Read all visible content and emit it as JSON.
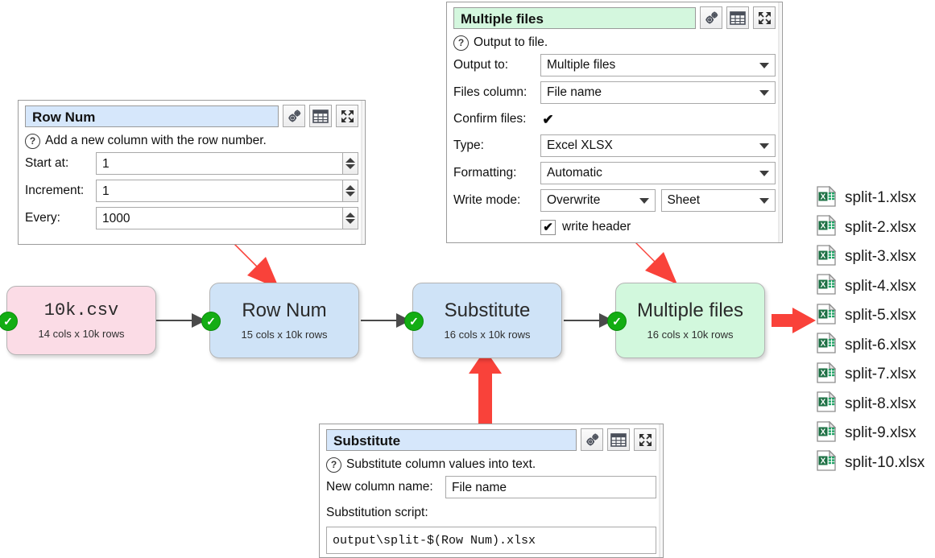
{
  "panels": {
    "row_num": {
      "title": "Row Num",
      "help": "Add a new column with the row number.",
      "fields": [
        {
          "label": "Start at:",
          "value": "1"
        },
        {
          "label": "Increment:",
          "value": "1"
        },
        {
          "label": "Every:",
          "value": "1000"
        }
      ],
      "buttons": [
        "gears-icon",
        "table-icon",
        "expand-icon"
      ]
    },
    "multiple_files": {
      "title": "Multiple files",
      "help": "Output to file.",
      "rows": [
        {
          "label": "Output to:",
          "value": "Multiple files",
          "kind": "combo"
        },
        {
          "label": "Files column:",
          "value": "File name",
          "kind": "combo"
        },
        {
          "label": "Confirm files:",
          "value": "✔",
          "kind": "check"
        },
        {
          "label": "Type:",
          "value": "Excel XLSX",
          "kind": "combo"
        },
        {
          "label": "Formatting:",
          "value": "Automatic",
          "kind": "combo"
        },
        {
          "label": "Write mode:",
          "value": "Overwrite",
          "value2": "Sheet",
          "kind": "combo2"
        }
      ],
      "write_header": {
        "label": "write header",
        "checked": "✔"
      },
      "buttons": [
        "gears-icon",
        "table-icon",
        "expand-icon"
      ]
    },
    "substitute": {
      "title": "Substitute",
      "help": "Substitute column values into text.",
      "new_column_label": "New column name:",
      "new_column_value": "File name",
      "script_label": "Substitution script:",
      "script_value": "output\\split-$(Row Num).xlsx",
      "buttons": [
        "gears-icon",
        "table-icon",
        "expand-icon"
      ]
    }
  },
  "flow": {
    "nodes": [
      {
        "title": "10k.csv",
        "sub": "14 cols x 10k rows",
        "color": "pink",
        "status": "✓"
      },
      {
        "title": "Row Num",
        "sub": "15 cols x 10k rows",
        "color": "blue",
        "status": "✓"
      },
      {
        "title": "Substitute",
        "sub": "16 cols x 10k rows",
        "color": "blue",
        "status": "✓"
      },
      {
        "title": "Multiple files",
        "sub": "16 cols x 10k rows",
        "color": "green",
        "status": "✓"
      }
    ]
  },
  "files": [
    {
      "name": "split-1.xlsx",
      "icon": "excel-file-icon"
    },
    {
      "name": "split-2.xlsx",
      "icon": "excel-file-icon"
    },
    {
      "name": "split-3.xlsx",
      "icon": "excel-file-icon"
    },
    {
      "name": "split-4.xlsx",
      "icon": "excel-file-icon"
    },
    {
      "name": "split-5.xlsx",
      "icon": "excel-file-icon"
    },
    {
      "name": "split-6.xlsx",
      "icon": "excel-file-icon"
    },
    {
      "name": "split-7.xlsx",
      "icon": "excel-file-icon"
    },
    {
      "name": "split-8.xlsx",
      "icon": "excel-file-icon"
    },
    {
      "name": "split-9.xlsx",
      "icon": "excel-file-icon"
    },
    {
      "name": "split-10.xlsx",
      "icon": "excel-file-icon"
    }
  ],
  "colors": {
    "accent_red": "#f9423a",
    "node_pink": "#fbdce6",
    "node_blue": "#cfe3f7",
    "node_green": "#d2f8dd",
    "status_green": "#13ad13",
    "excel_green": "#1d7044",
    "title_blue": "#d6e7fb",
    "title_green": "#d4f7de"
  },
  "annotations": {
    "arrow_to_row_num": "red-arrow-down-right",
    "arrow_to_multiple_files": "red-arrow-down-right",
    "arrow_to_substitute": "red-arrow-up",
    "arrow_to_files": "red-arrow-right"
  }
}
